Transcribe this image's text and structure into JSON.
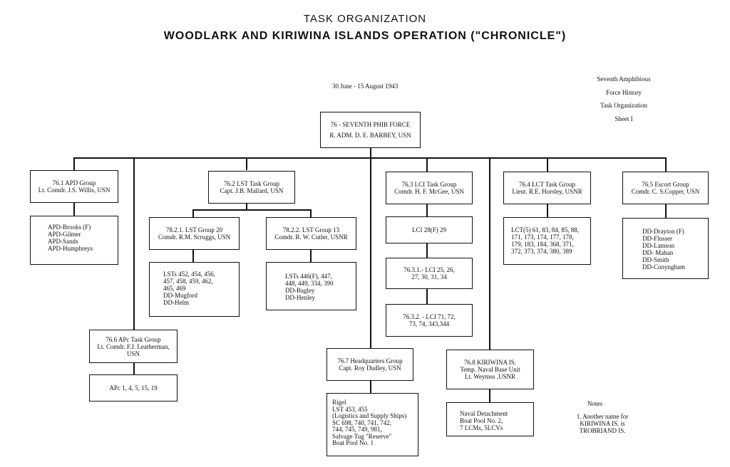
{
  "title": "TASK ORGANIZATION",
  "subtitle": "WOODLARK AND KIRIWINA ISLANDS OPERATION (\"CHRONICLE\")",
  "date_range": "30 June - 15 August 1943",
  "sheet_info": [
    "Seventh Amphibious",
    "Force History",
    "Task Organization",
    "Sheet I"
  ],
  "root": {
    "line1": "76 - SEVENTH PHIB FORCE",
    "line2": "R. ADM. D. E. BARBEY, USN"
  },
  "tg761": {
    "head": [
      "76.1 APD Group",
      "Lt. Comdr. J.S. Willis, USN"
    ],
    "ships": [
      "APD-Brooks (F)",
      "APD-Gilmer",
      "APD-Sands",
      "APD-Humphreys"
    ]
  },
  "tg762": {
    "head": [
      "76.2 LST Task Group",
      "Capt. J.B. Mallard, USN"
    ]
  },
  "tu7621": {
    "head": [
      "78.2.1. LST Group 20",
      "Comdr. R.M. Scruggs, USN"
    ],
    "ships": [
      "LSTs 452, 454, 456,",
      "457, 458, 459, 462,",
      "465, 469",
      "DD-Mugford",
      "DD-Helm"
    ]
  },
  "tu7622": {
    "head": [
      "78.2.2. LST Group 13",
      "Comdr. R. W. Cutler, USNR"
    ],
    "ships": [
      "LSTs 446(F), 447,",
      "448, 449, 334, 390",
      "DD-Bagley",
      "DD-Henley"
    ]
  },
  "tg763": {
    "head": [
      "76.3 LCI Task Group",
      "Comdr. H. F. McGee, USN"
    ],
    "flag": "LCI 28(F) 29",
    "unit1": [
      "76.3.1.- LCI 25, 26,",
      "27, 30, 31, 34"
    ],
    "unit2": [
      "76.3.2. - LCI 71, 72,",
      "73, 74, 343,344"
    ]
  },
  "tg764": {
    "head": [
      "76.4 LCT Task Group",
      "Lieut. R.E. Horsley, USNR"
    ],
    "ships": [
      "LCT(5) 61, 83, 84, 85, 88,",
      "171, 173, 174, 177, 178,",
      "179, 183, 184, 368, 371,",
      "372, 373, 374, 380, 389"
    ]
  },
  "tg765": {
    "head": [
      "76.5 Escort Group",
      "Comdr. C. S.Copper, USN"
    ],
    "ships": [
      "DD-Drayton (F)",
      "DD-Flusser",
      "DD-Lamson",
      "DD- Mahan",
      "DD-Smith",
      "DD-Conyngham"
    ]
  },
  "tg766": {
    "head": [
      "76.6 APc Task Group",
      "Lt. Comdr. F.J. Leatherman,",
      "USN"
    ],
    "ships": "APc 1, 4, 5, 15, 19"
  },
  "tg767": {
    "head": [
      "76.7 Headquarters Group",
      "Capt. Roy Dudley, USN"
    ],
    "ships": [
      "Rigel",
      "LST 453, 455",
      "(Logistics and Supply Ships)",
      "SC 698, 740, 741, 742,",
      "744, 745, 749, 981,",
      "Salvage Tug \"Reserve\"",
      "Boat Pool No. 1"
    ]
  },
  "tg768": {
    "head": [
      "76.8 KIRIWINA IS.",
      "Temp. Naval Base Unit",
      "Lt. Weymss ,USNR"
    ],
    "ships": [
      "Naval Detachment",
      "Boat Pool No. 2,",
      "7 LCMs, 5LCVs"
    ]
  },
  "notes": {
    "heading": "Notes",
    "lines": [
      "1. Another name for",
      "KIRIWINA IS. is",
      "TROBRIAND IS."
    ]
  }
}
